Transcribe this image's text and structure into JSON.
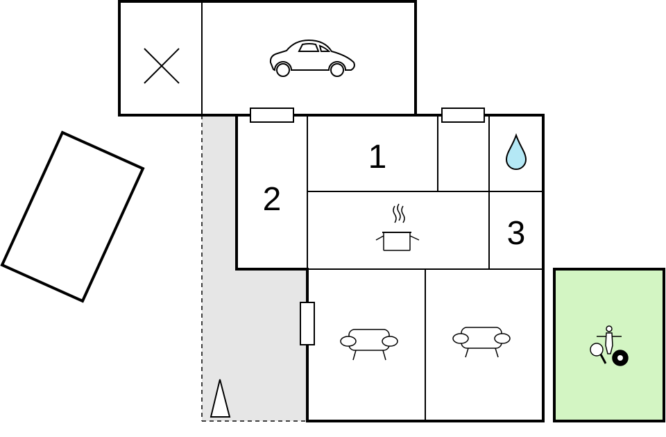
{
  "rooms": {
    "bedroom_1": {
      "label": "1"
    },
    "bedroom_2": {
      "label": "2"
    },
    "bedroom_3": {
      "label": "3"
    }
  },
  "icons": {
    "garage": "car-icon",
    "storage": "cross-icon",
    "bathroom": "water-drop-icon",
    "kitchen": "cooking-pot-icon",
    "living_left": "sofa-icon",
    "living_right": "sofa-icon",
    "game_room": "game-room-icon",
    "terrace": "parasol-icon"
  },
  "colors": {
    "wall": "#000000",
    "terrace_fill": "#e6e6e6",
    "game_room_fill": "#d3f5c3",
    "water_drop": "#b4e8f5"
  }
}
